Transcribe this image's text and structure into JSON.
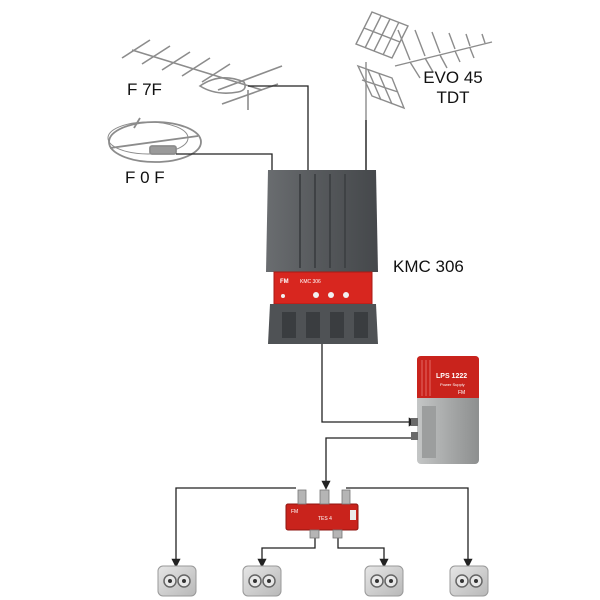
{
  "labels": {
    "antenna_f7f": "F 7F",
    "antenna_f0f": "F 0 F",
    "antenna_evo_line1": "EVO 45",
    "antenna_evo_line2": "TDT",
    "amplifier": "KMC 306"
  },
  "devices": {
    "amplifier_brand": "FM",
    "amplifier_model": "KMC 306",
    "power_supply_model": "LPS 1222",
    "power_supply_sub": "Power Supply",
    "power_supply_brand": "FM",
    "splitter_brand": "FM",
    "splitter_model": "TES 4"
  },
  "colors": {
    "cable": "#222222",
    "amplifier_body": "#5a5d60",
    "amplifier_panel": "#d8261f",
    "power_supply_red": "#c9231c",
    "power_supply_body": "#a9abab",
    "antenna_metal": "#8c8c8c"
  },
  "outlets_count_shown": 4
}
